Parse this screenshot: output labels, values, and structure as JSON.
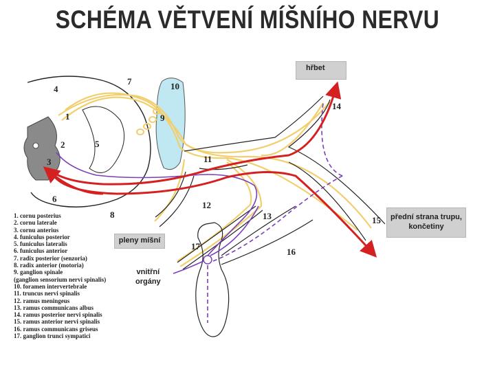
{
  "title": "SCHÉMA VĚTVENÍ MÍŠNÍHO NERVU",
  "diagram_labels": {
    "n1": "1",
    "n2": "2",
    "n3": "3",
    "n4": "4",
    "n5": "5",
    "n6": "6",
    "n7": "7",
    "n8": "8",
    "n9": "9",
    "n10": "10",
    "n11": "11",
    "n12": "12",
    "n13": "13",
    "n14": "14",
    "n15": "15",
    "n16": "16",
    "n17": "17"
  },
  "callouts": {
    "back": "hřbet",
    "front": "přední strana trupu, končetiny",
    "meninges": "pleny míšní",
    "organs_line1": "vnitřní",
    "organs_line2": "orgány"
  },
  "legend": [
    "1. cornu posterius",
    "2. cornu laterale",
    "3. cornu anterius",
    "4. funiculus posterior",
    "5. funiculus lateralis",
    "6. funiculus anterior",
    "7. radix posterior (senzoria)",
    "8. radix anterior (motoria)",
    "9. ganglion spinale",
    "(ganglion sensorium nervi spinalis)",
    "10. foramen intervertebrale",
    "11. truncus nervi spinalis",
    "12. ramus meningeus",
    "13. ramus communicans albus",
    "14. ramus posterior nervi spinalis",
    "15. ramus anterior nervi spinalis",
    "16. ramus communicans griseus",
    "17. ganglion trunci sympatici"
  ],
  "colors": {
    "sensory": "#f2cf6e",
    "motor": "#d42020",
    "sympathetic": "#7a3fb8",
    "foramen": "#bfe8f2",
    "grey_matter": "#8a8a8a",
    "box": "#d0d0d0"
  }
}
